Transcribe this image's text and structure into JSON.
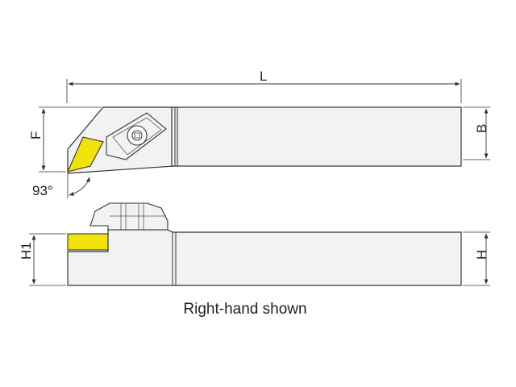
{
  "dimensions": {
    "length_label": "L",
    "head_width_label": "F",
    "shank_width_label": "B",
    "head_height_label": "H1",
    "shank_height_label": "H",
    "angle_label": "93°"
  },
  "caption": "Right-hand shown",
  "colors": {
    "body_fill": "#f2f2f2",
    "outline": "#333333",
    "insert": "#f2e20c"
  }
}
